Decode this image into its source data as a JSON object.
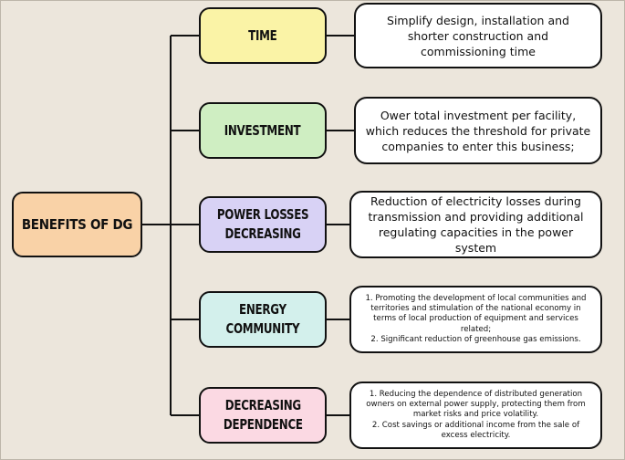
{
  "diagram": {
    "root": {
      "label": "BENEFITS OF DG",
      "color": "#f9d2a7"
    },
    "branches": [
      {
        "label": "TIME",
        "color": "#faf3a6",
        "description": "Simplify design, installation and shorter construction and commissioning time"
      },
      {
        "label": "INVESTMENT",
        "color": "#cfeec2",
        "description": "Ower total investment per facility, which reduces the threshold for private companies to enter this business;"
      },
      {
        "label": "POWER LOSSES\nDECREASING",
        "color": "#d8d2f5",
        "description": "Reduction of electricity losses during transmission and providing additional regulating capacities in the power system"
      },
      {
        "label": "ENERGY\nCOMMUNITY",
        "color": "#d3f0ec",
        "description": "1.  Promoting the development of local communities and territories and stimulation of the national economy in terms of local production of equipment and services related;\n2. Significant reduction of greenhouse gas emissions."
      },
      {
        "label": "DECREASING\nDEPENDENCE",
        "color": "#fbd9e3",
        "description": "1. Reducing the dependence of distributed generation owners on external power supply, protecting them from market risks and price volatility.\n2. Cost savings or additional income from the sale of excess electricity."
      }
    ]
  }
}
